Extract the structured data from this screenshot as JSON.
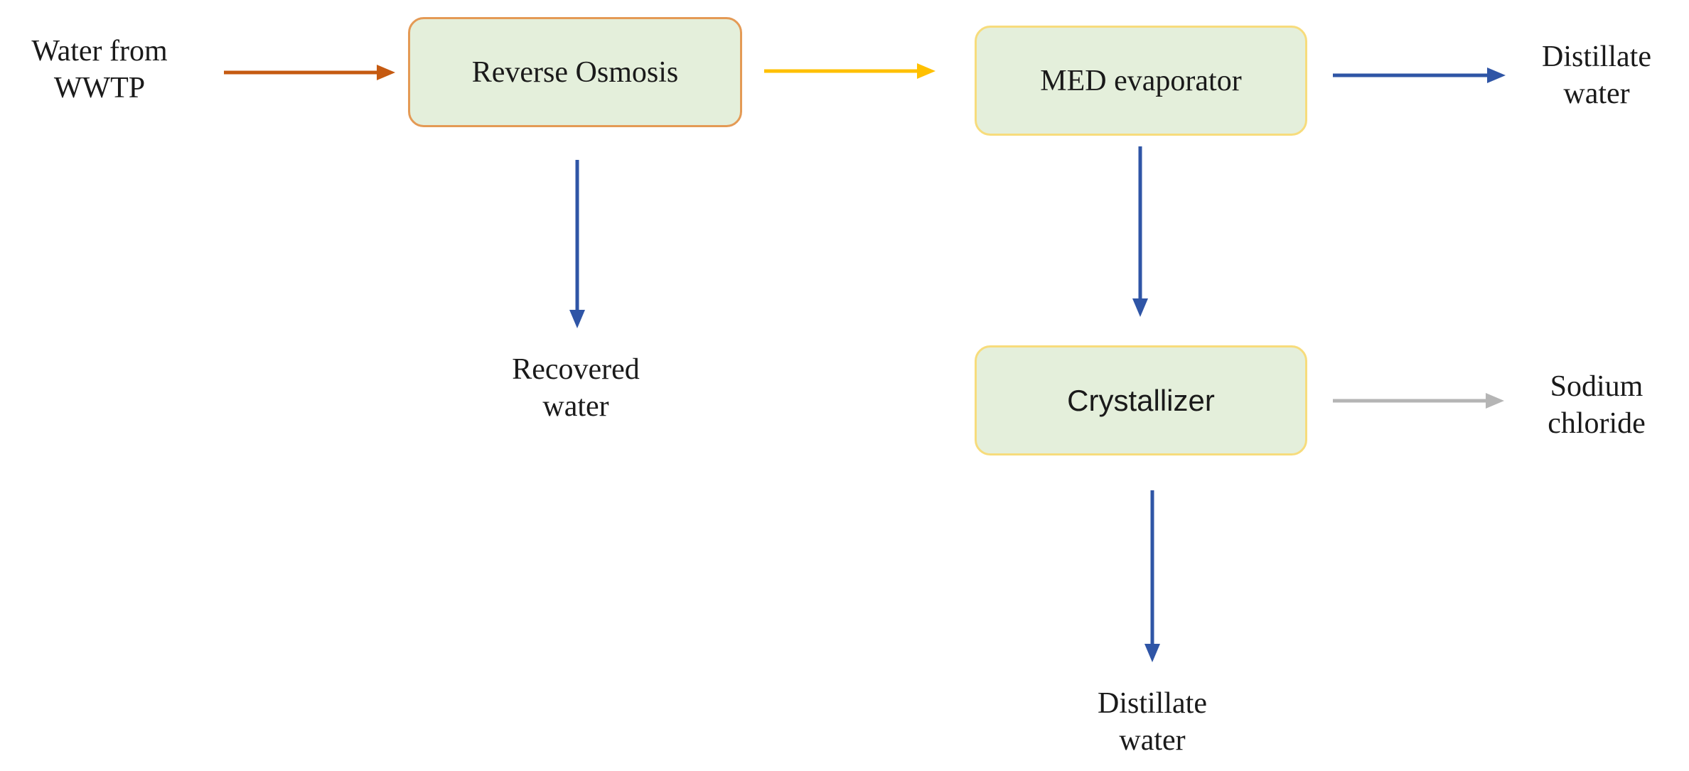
{
  "colors": {
    "box_fill": "#e4efdb",
    "ro_border": "#e49a55",
    "med_border": "#f7dc7c",
    "cryst_border": "#f7dc7c",
    "arrow_orange": "#c55a11",
    "arrow_yellow": "#ffc000",
    "arrow_blue": "#2f55a6",
    "arrow_gray": "#b5b5b5"
  },
  "nodes": {
    "reverse_osmosis": "Reverse Osmosis",
    "med_evaporator": "MED evaporator",
    "crystallizer": "Crystallizer"
  },
  "labels": {
    "source": [
      "Water from",
      "WWTP"
    ],
    "recovered_water": [
      "Recovered",
      "water"
    ],
    "distillate_top": [
      "Distillate",
      "water"
    ],
    "sodium_chloride": [
      "Sodium",
      "chloride"
    ],
    "distillate_bottom": [
      "Distillate",
      "water"
    ]
  },
  "edges": [
    {
      "from": "source",
      "to": "reverse_osmosis",
      "color": "arrow_orange"
    },
    {
      "from": "reverse_osmosis",
      "to": "med_evaporator",
      "color": "arrow_yellow"
    },
    {
      "from": "reverse_osmosis",
      "to": "recovered_water",
      "color": "arrow_blue"
    },
    {
      "from": "med_evaporator",
      "to": "distillate_top",
      "color": "arrow_blue"
    },
    {
      "from": "med_evaporator",
      "to": "crystallizer",
      "color": "arrow_blue"
    },
    {
      "from": "crystallizer",
      "to": "sodium_chloride",
      "color": "arrow_gray"
    },
    {
      "from": "crystallizer",
      "to": "distillate_bottom",
      "color": "arrow_blue"
    }
  ]
}
